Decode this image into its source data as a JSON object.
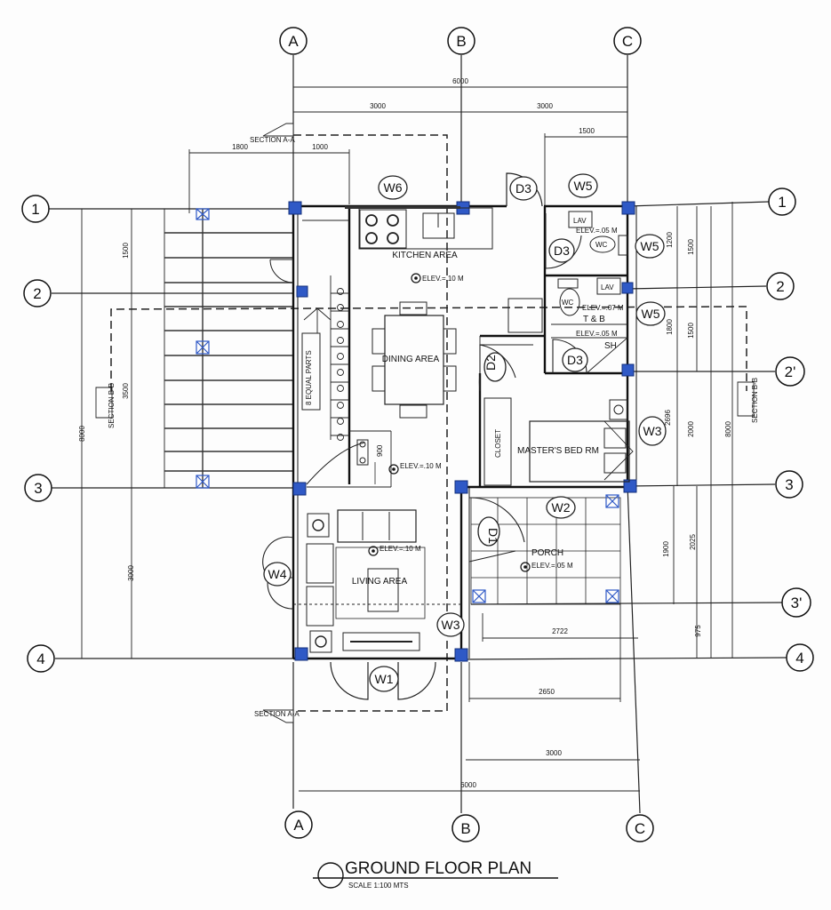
{
  "title": "GROUND FLOOR PLAN",
  "scale": "SCALE 1:100 MTS",
  "grid_letters": [
    "A",
    "B",
    "C"
  ],
  "grid_numbers": [
    "1",
    "2",
    "2'",
    "3",
    "3'",
    "4"
  ],
  "rooms": {
    "kitchen": "KITCHEN AREA",
    "dining": "DINING AREA",
    "living": "LIVING AREA",
    "masters_bed": "MASTER'S BED RM",
    "tb": "T & B",
    "porch": "PORCH",
    "closet": "CLOSET",
    "sh": "SH",
    "stairs": "8 EQUAL PARTS",
    "lav": "LAV",
    "wc": "WC"
  },
  "elevations": {
    "kitchen": "ELEV.=.10 M",
    "dining": "ELEV.=.10 M",
    "living": "ELEV.=.10 M",
    "porch": "ELEV.=.05 M",
    "wc_upper": "ELEV.=.05 M",
    "tb": "ELEV.=.07 M",
    "shower": "ELEV.=.05 M"
  },
  "sections": {
    "aa": "SECTION A-A",
    "bb": "SECTION B-B"
  },
  "tags": {
    "w1": "W1",
    "w2": "W2",
    "w3": "W3",
    "w4": "W4",
    "w5": "W5",
    "w6": "W6",
    "d1": "D1",
    "d2": "D2",
    "d3": "D3"
  },
  "dimensions": {
    "top_total": "6000",
    "top_left": "3000",
    "top_right": "3000",
    "bath_width": "1500",
    "stair_1800": "1800",
    "stair_1000": "1000",
    "left_total": "8000",
    "left_1500": "1500",
    "left_3500": "3500",
    "left_3000": "3000",
    "right_1200": "1200",
    "right_1500": "1500",
    "right_1800": "1800",
    "right_2696": "2696",
    "right_2000": "2000",
    "right_total": "8000",
    "right_1900": "1900",
    "right_2025": "2025",
    "right_975": "975",
    "porch_2722": "2722",
    "porch_2650": "2650",
    "bottom_3000": "3000",
    "bottom_total": "6000",
    "d_900": "900"
  }
}
